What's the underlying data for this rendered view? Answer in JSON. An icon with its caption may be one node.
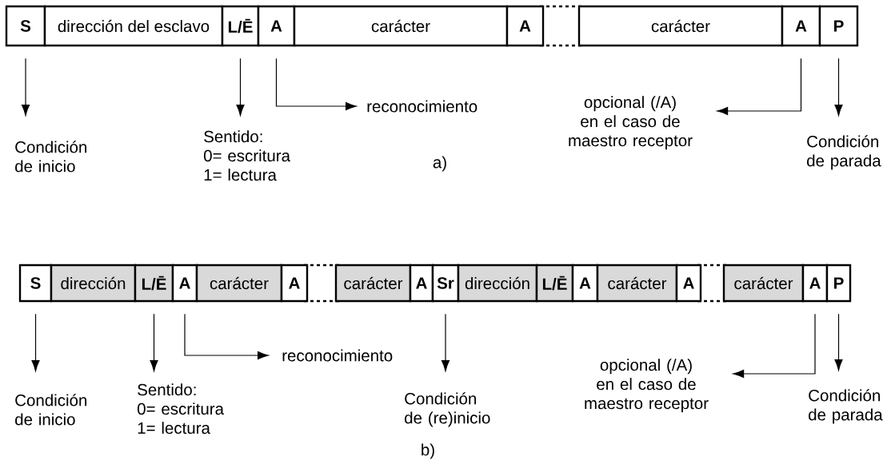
{
  "diagram": {
    "nodes": [
      {
        "text": [
          "S"
        ]
      },
      {
        "text": [
          "dirección del esclavo"
        ]
      },
      {
        "text": [
          "L/Ē"
        ]
      },
      {
        "text": [
          "A"
        ]
      },
      {
        "text": [
          "carácter"
        ]
      },
      {
        "text": [
          "A"
        ]
      },
      {
        "text": [
          "carácter"
        ]
      },
      {
        "text": [
          "A"
        ]
      },
      {
        "text": [
          "P"
        ]
      },
      {
        "text": [
          "Condición de inicio"
        ]
      },
      {
        "text": [
          "Sentido:",
          "0= escritura",
          "1= lectura"
        ]
      },
      {
        "text": [
          "reconocimiento"
        ]
      },
      {
        "text": [
          "opcional (/A) en el caso de maestro receptor"
        ]
      },
      {
        "text": [
          "Condición de parada"
        ]
      },
      {
        "text": [
          "S"
        ]
      },
      {
        "text": [
          "dirección"
        ]
      },
      {
        "text": [
          "L/Ē"
        ]
      },
      {
        "text": [
          "A"
        ]
      },
      {
        "text": [
          "carácter"
        ]
      },
      {
        "text": [
          "A"
        ]
      },
      {
        "text": [
          "carácter"
        ]
      },
      {
        "text": [
          "A"
        ]
      },
      {
        "text": [
          "Sr"
        ]
      },
      {
        "text": [
          "dirección"
        ]
      },
      {
        "text": [
          "L/Ē"
        ]
      },
      {
        "text": [
          "A"
        ]
      },
      {
        "text": [
          "carácter"
        ]
      },
      {
        "text": [
          "A"
        ]
      },
      {
        "text": [
          "carácter"
        ]
      },
      {
        "text": [
          "A"
        ]
      },
      {
        "text": [
          "P"
        ]
      },
      {
        "text": [
          "Condición de inicio"
        ]
      },
      {
        "text": [
          "Sentido:",
          "0= escritura",
          "1= lectura"
        ]
      },
      {
        "text": [
          "reconocimiento"
        ]
      },
      {
        "text": [
          "Condición de (re)inicio"
        ]
      },
      {
        "text": [
          "opcional (/A) en el caso de maestro receptor"
        ]
      },
      {
        "text": [
          "Condición de parada"
        ]
      }
    ],
    "edges": [
      {
        "from": 0,
        "to": 9,
        "arrow": "to"
      },
      {
        "from": 2,
        "to": 10,
        "arrow": "to"
      },
      {
        "from": 3,
        "to": 11,
        "arrow": "to"
      },
      {
        "from": 7,
        "to": 12,
        "arrow": "to"
      },
      {
        "from": 8,
        "to": 13,
        "arrow": "to"
      },
      {
        "from": 14,
        "to": 31,
        "arrow": "to"
      },
      {
        "from": 16,
        "to": 32,
        "arrow": "to"
      },
      {
        "from": 17,
        "to": 33,
        "arrow": "to"
      },
      {
        "from": 22,
        "to": 34,
        "arrow": "to"
      },
      {
        "from": 29,
        "to": 35,
        "arrow": "to"
      },
      {
        "from": 30,
        "to": 36,
        "arrow": "to"
      }
    ],
    "labels": [
      "a)",
      "b)"
    ]
  }
}
